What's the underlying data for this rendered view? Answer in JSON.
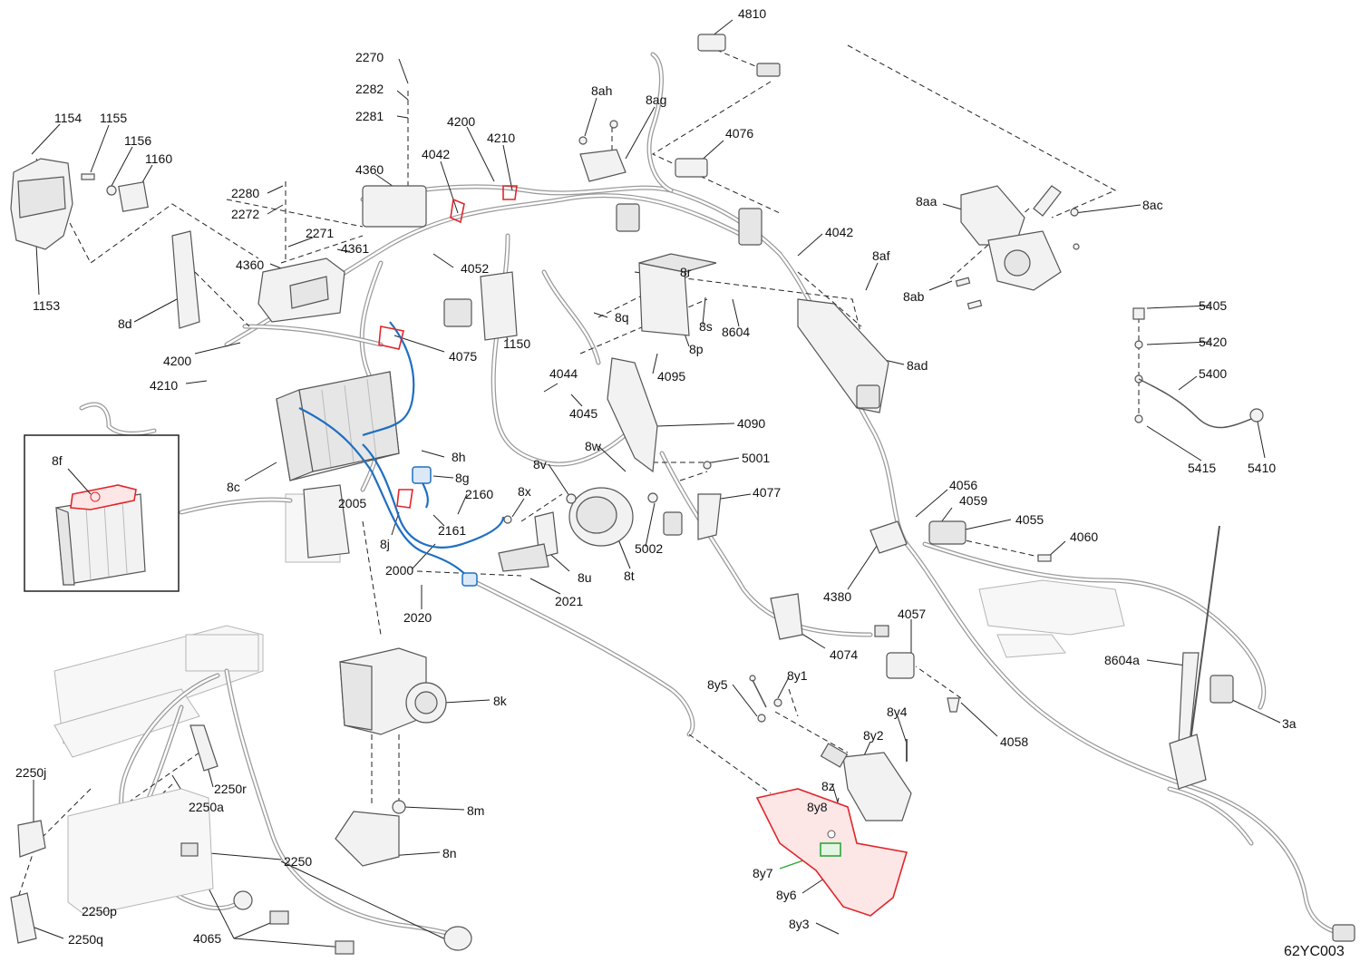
{
  "diagram_code": "62YC003",
  "colors": {
    "highlight_blue": "#1f6fc1",
    "highlight_red": "#e0262b",
    "highlight_green": "#2fa63a",
    "line": "#222222"
  },
  "labels": [
    {
      "id": "4810",
      "text": "4810"
    },
    {
      "id": "2270",
      "text": "2270"
    },
    {
      "id": "2282",
      "text": "2282"
    },
    {
      "id": "2281",
      "text": "2281"
    },
    {
      "id": "8ah",
      "text": "8ah"
    },
    {
      "id": "8ag",
      "text": "8ag"
    },
    {
      "id": "1154",
      "text": "1154"
    },
    {
      "id": "1155",
      "text": "1155"
    },
    {
      "id": "1156",
      "text": "1156"
    },
    {
      "id": "1160",
      "text": "1160"
    },
    {
      "id": "4200a",
      "text": "4200"
    },
    {
      "id": "4210a",
      "text": "4210"
    },
    {
      "id": "4042a",
      "text": "4042"
    },
    {
      "id": "4360a",
      "text": "4360"
    },
    {
      "id": "4076",
      "text": "4076"
    },
    {
      "id": "2280",
      "text": "2280"
    },
    {
      "id": "2272",
      "text": "2272"
    },
    {
      "id": "8aa",
      "text": "8aa"
    },
    {
      "id": "8ac",
      "text": "8ac"
    },
    {
      "id": "2271",
      "text": "2271"
    },
    {
      "id": "4361",
      "text": "4361"
    },
    {
      "id": "4360b",
      "text": "4360"
    },
    {
      "id": "4042b",
      "text": "4042"
    },
    {
      "id": "4052",
      "text": "4052"
    },
    {
      "id": "8af",
      "text": "8af"
    },
    {
      "id": "8r",
      "text": "8r"
    },
    {
      "id": "8ab",
      "text": "8ab"
    },
    {
      "id": "1153",
      "text": "1153"
    },
    {
      "id": "8d",
      "text": "8d"
    },
    {
      "id": "8q",
      "text": "8q"
    },
    {
      "id": "8s",
      "text": "8s"
    },
    {
      "id": "8604",
      "text": "8604"
    },
    {
      "id": "5405",
      "text": "5405"
    },
    {
      "id": "1150",
      "text": "1150"
    },
    {
      "id": "8p",
      "text": "8p"
    },
    {
      "id": "5420",
      "text": "5420"
    },
    {
      "id": "4075",
      "text": "4075"
    },
    {
      "id": "4200b",
      "text": "4200"
    },
    {
      "id": "4095",
      "text": "4095"
    },
    {
      "id": "8ad",
      "text": "8ad"
    },
    {
      "id": "5400",
      "text": "5400"
    },
    {
      "id": "4210b",
      "text": "4210"
    },
    {
      "id": "4044",
      "text": "4044"
    },
    {
      "id": "4045",
      "text": "4045"
    },
    {
      "id": "4090",
      "text": "4090"
    },
    {
      "id": "8h",
      "text": "8h"
    },
    {
      "id": "8w",
      "text": "8w"
    },
    {
      "id": "5001",
      "text": "5001"
    },
    {
      "id": "8f",
      "text": "8f"
    },
    {
      "id": "8v",
      "text": "8v"
    },
    {
      "id": "8g",
      "text": "8g"
    },
    {
      "id": "5415",
      "text": "5415"
    },
    {
      "id": "5410",
      "text": "5410"
    },
    {
      "id": "8c",
      "text": "8c"
    },
    {
      "id": "4056",
      "text": "4056"
    },
    {
      "id": "8x",
      "text": "8x"
    },
    {
      "id": "2160",
      "text": "2160"
    },
    {
      "id": "4077",
      "text": "4077"
    },
    {
      "id": "4059",
      "text": "4059"
    },
    {
      "id": "2005",
      "text": "2005"
    },
    {
      "id": "4055",
      "text": "4055"
    },
    {
      "id": "2161",
      "text": "2161"
    },
    {
      "id": "8j",
      "text": "8j"
    },
    {
      "id": "5002",
      "text": "5002"
    },
    {
      "id": "4060",
      "text": "4060"
    },
    {
      "id": "8u",
      "text": "8u"
    },
    {
      "id": "2000",
      "text": "2000"
    },
    {
      "id": "8t",
      "text": "8t"
    },
    {
      "id": "4380",
      "text": "4380"
    },
    {
      "id": "2021",
      "text": "2021"
    },
    {
      "id": "2020",
      "text": "2020"
    },
    {
      "id": "4057",
      "text": "4057"
    },
    {
      "id": "4074",
      "text": "4074"
    },
    {
      "id": "8604a",
      "text": "8604a"
    },
    {
      "id": "8y1",
      "text": "8y1"
    },
    {
      "id": "8k",
      "text": "8k"
    },
    {
      "id": "8y5",
      "text": "8y5"
    },
    {
      "id": "3a",
      "text": "3a"
    },
    {
      "id": "8y4",
      "text": "8y4"
    },
    {
      "id": "4058",
      "text": "4058"
    },
    {
      "id": "8y2",
      "text": "8y2"
    },
    {
      "id": "2250j",
      "text": "2250j"
    },
    {
      "id": "2250r",
      "text": "2250r"
    },
    {
      "id": "8z",
      "text": "8z"
    },
    {
      "id": "2250a",
      "text": "2250a"
    },
    {
      "id": "8y8",
      "text": "8y8"
    },
    {
      "id": "8m",
      "text": "8m"
    },
    {
      "id": "8n",
      "text": "8n"
    },
    {
      "id": "2250",
      "text": "2250"
    },
    {
      "id": "8y7",
      "text": "8y7"
    },
    {
      "id": "8y6",
      "text": "8y6"
    },
    {
      "id": "2250p",
      "text": "2250p"
    },
    {
      "id": "2250q",
      "text": "2250q"
    },
    {
      "id": "8y3",
      "text": "8y3"
    },
    {
      "id": "4065",
      "text": "4065"
    }
  ]
}
